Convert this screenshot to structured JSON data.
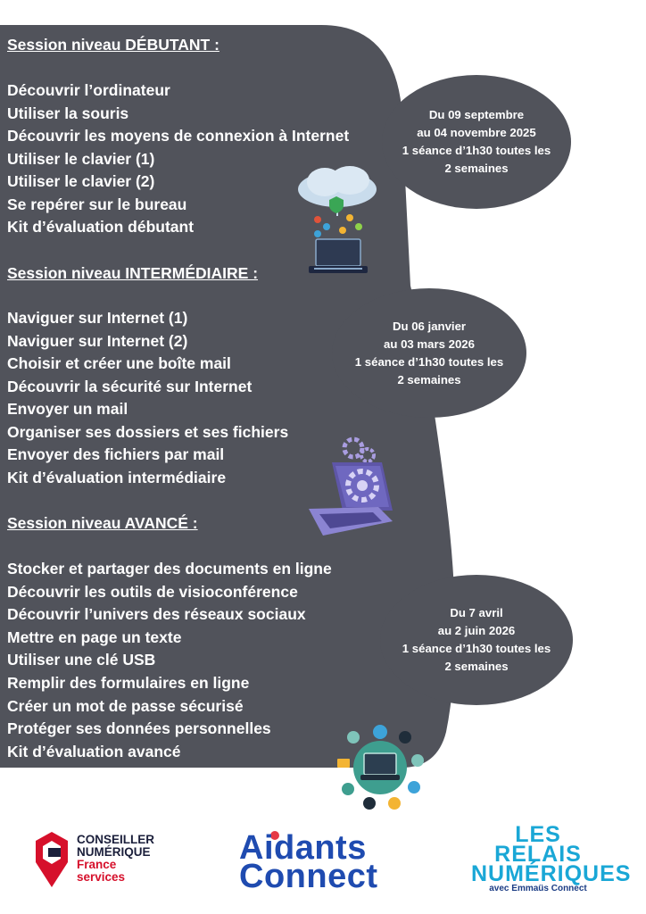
{
  "sessions": [
    {
      "heading": "Session niveau DÉBUTANT :",
      "items": [
        "Découvrir l’ordinateur",
        "Utiliser la souris",
        "Découvrir les moyens de connexion à Internet",
        "Utiliser le clavier (1)",
        "Utiliser le clavier (2)",
        "Se repérer sur le bureau",
        "Kit d’évaluation débutant"
      ],
      "schedule": [
        "Du 09 septembre",
        "au 04 novembre 2025",
        "1 séance d’1h30 toutes les",
        "2 semaines"
      ]
    },
    {
      "heading": "Session niveau INTERMÉDIAIRE :",
      "items": [
        "Naviguer sur Internet (1)",
        "Naviguer sur Internet (2)",
        "Choisir et créer une boîte mail",
        "Découvrir la sécurité sur Internet",
        "Envoyer un mail",
        "Organiser ses dossiers et ses fichiers",
        "Envoyer des fichiers par mail",
        "Kit d’évaluation intermédiaire"
      ],
      "schedule": [
        "Du 06 janvier",
        "au 03 mars 2026",
        "1 séance d’1h30 toutes les",
        "2 semaines"
      ]
    },
    {
      "heading": "Session niveau AVANCÉ :",
      "items": [
        "Stocker et partager des documents en ligne",
        "Découvrir les outils de visioconférence",
        "Découvrir l’univers des réseaux sociaux",
        "Mettre en page un texte",
        "Utiliser une clé USB",
        "Remplir des formulaires en ligne",
        "Créer un mot de passe sécurisé",
        "Protéger ses données personnelles",
        "Kit d’évaluation avancé"
      ],
      "schedule": [
        "Du 7 avril",
        "au 2 juin 2026",
        "1 séance d’1h30 toutes les",
        "2 semaines"
      ]
    }
  ],
  "logos": {
    "conseiller": {
      "line1": "CONSEILLER",
      "line2": "NUMÉRIQUE",
      "line3": "France",
      "line4": "services"
    },
    "aidants": {
      "line1": "Aidants",
      "line2": "Connect"
    },
    "relais": {
      "line1": "LES",
      "line2": "RELAIS",
      "line3": "NUMÉRIQUES",
      "line4": "avec Emmaüs Connect"
    }
  },
  "colors": {
    "panel": "#51535b",
    "text": "#ffffff",
    "accent_red": "#d6102b",
    "accent_blue": "#1f4bb0"
  },
  "icons": [
    "cloud-laptop-icon",
    "gear-laptop-icon",
    "network-laptop-icon"
  ]
}
